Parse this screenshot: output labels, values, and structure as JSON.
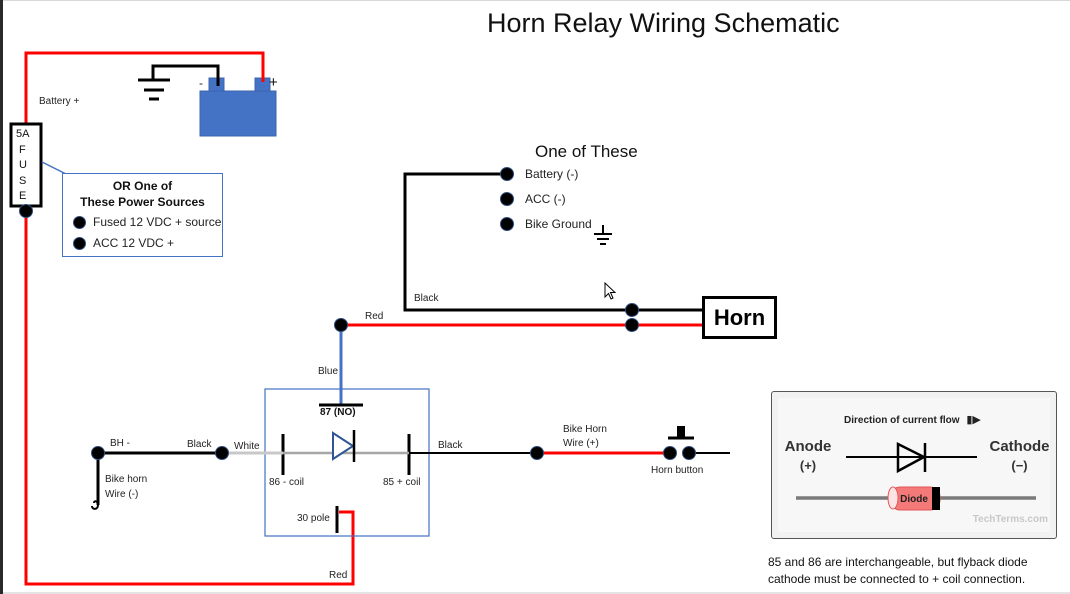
{
  "title": "Horn Relay Wiring Schematic",
  "battery": {
    "label": "Battery +",
    "minus_sign": "-",
    "plus_sign": "+",
    "color": "#4472c4"
  },
  "fuse": {
    "rating": "5A",
    "letters": [
      "F",
      "U",
      "S",
      "E"
    ]
  },
  "power_sources_callout": {
    "title_line1": "OR One of",
    "title_line2": "These Power Sources",
    "items": [
      "Fused 12 VDC + source",
      "ACC 12 VDC +"
    ]
  },
  "ground_options": {
    "heading": "One of These",
    "items": [
      "Battery (-)",
      "ACC (-)",
      "Bike Ground"
    ]
  },
  "horn": {
    "label": "Horn"
  },
  "relay": {
    "pin_87": "87 (NO)",
    "pin_86": "86 - coil",
    "pin_85": "85 + coil",
    "pin_30": "30 pole"
  },
  "wire_labels": {
    "black_to_horn": "Black",
    "red_to_horn": "Red",
    "blue": "Blue",
    "bh_minus": "BH -",
    "black_left": "Black",
    "white": "White",
    "black_right": "Black",
    "bike_horn_wire_plus_line1": "Bike Horn",
    "bike_horn_wire_plus_line2": "Wire (+)",
    "bike_horn_wire_minus_line1": "Bike horn",
    "bike_horn_wire_minus_line2": "Wire (-)",
    "red_bottom": "Red"
  },
  "horn_button": {
    "label": "Horn button"
  },
  "diode_reference": {
    "flow_label": "Direction of current flow",
    "anode_label": "Anode",
    "anode_sign": "(+)",
    "cathode_label": "Cathode",
    "cathode_sign": "(−)",
    "body_label": "Diode",
    "watermark": "TechTerms.com"
  },
  "note": {
    "line1": "85 and 86 are interchangeable, but flyback diode",
    "line2": "cathode must be connected to + coil connection."
  },
  "colors": {
    "wire_red": "#ff0000",
    "wire_black": "#000000",
    "wire_blue": "#4472c4",
    "wire_white": "#c0c0c0",
    "relay_border": "#4472c4",
    "diode_body": "#f47a7a"
  }
}
